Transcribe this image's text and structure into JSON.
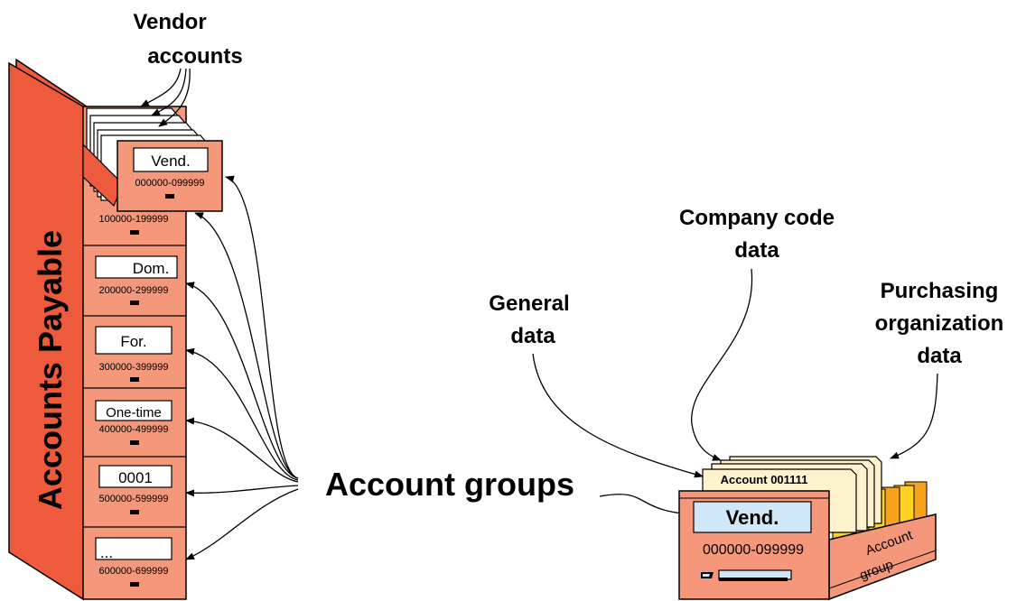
{
  "cabinet": {
    "side_title": "Accounts Payable",
    "header_label": "Vendor accounts",
    "header_lines": [
      "Vendor",
      "accounts"
    ],
    "drawers": [
      {
        "label": "Vend.",
        "range": "000000-099999"
      },
      {
        "label": "",
        "range": "100000-199999"
      },
      {
        "label": "Dom.",
        "range": "200000-299999"
      },
      {
        "label": "For.",
        "range": "300000-399999"
      },
      {
        "label": "One-time",
        "range": "400000-499999"
      },
      {
        "label": "0001",
        "range": "500000-599999"
      },
      {
        "label": "...",
        "range": "600000-699999"
      }
    ]
  },
  "center_label": "Account groups",
  "box": {
    "card_label": "Account 001111",
    "front_label": "Vend.",
    "front_range": "000000-099999",
    "side_label_lines": [
      "Account",
      "group"
    ]
  },
  "labels": {
    "general": [
      "General",
      "data"
    ],
    "company": [
      "Company code",
      "data"
    ],
    "purchasing": [
      "Purchasing",
      "organization",
      "data"
    ]
  },
  "colors": {
    "cabinet_fill": "#f4977b",
    "cabinet_side": "#ee5a3c",
    "outline": "#000000",
    "label_blue": "#cfe7f7",
    "card_fill": "#fdf3cf",
    "tab_yellow": "#ffd21f",
    "tab_orange": "#f7a21c"
  }
}
